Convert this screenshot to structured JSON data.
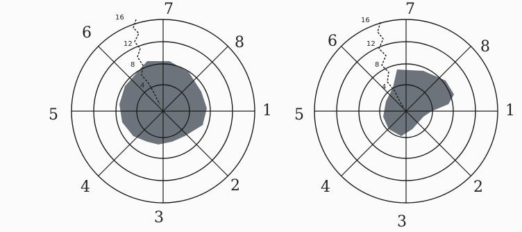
{
  "diagrams": [
    {
      "sector_labels": [
        "1",
        "2",
        "3",
        "4",
        "5",
        "6",
        "7",
        "8"
      ],
      "ring_labels": [
        "4",
        "8",
        "12",
        "16"
      ]
    },
    {
      "sector_labels": [
        "1",
        "2",
        "3",
        "4",
        "5",
        "6",
        "7",
        "8"
      ],
      "ring_labels": [
        "4",
        "8",
        "12",
        "16"
      ]
    }
  ],
  "colors": {
    "ink": "#1c1c1c",
    "damage_fill": "#5f6770",
    "paper": "#fbfbfb"
  }
}
